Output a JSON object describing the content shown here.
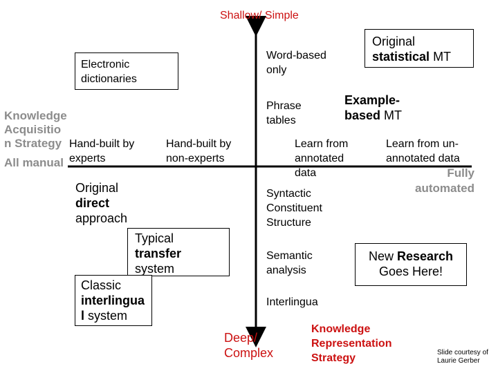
{
  "axis": {
    "top_label": "Shallow/ Simple",
    "bottom_label": "Deep/ Complex",
    "left_label": "Knowledge Acquisition Strategy",
    "right_label": "Knowledge Representation Strategy",
    "left_extreme": "All manual",
    "right_extreme": "Fully automated"
  },
  "columns": {
    "hand_built_experts": "Hand-built by experts",
    "hand_built_non_experts": "Hand-built by non-experts",
    "learn_annotated": "Learn from annotated data",
    "learn_unannotated": "Learn from un-annotated data"
  },
  "levels": {
    "word_based": "Word-based only",
    "phrase_tables": "Phrase tables",
    "syntactic": "Syntactic Constituent Structure",
    "semantic": "Semantic analysis",
    "interlingua": "Interlingua"
  },
  "boxes": {
    "electronic_dictionaries": "Electronic dictionaries",
    "original_statistical_bold": "statistical",
    "original_statistical_pre": "Original",
    "original_statistical_post": "MT",
    "example_based_bold": "Example-based",
    "example_based_post": "MT",
    "original_direct_pre": "Original",
    "original_direct_bold": "direct",
    "original_direct_post": "approach",
    "typical_transfer_pre": "Typical",
    "typical_transfer_bold": "transfer",
    "typical_transfer_post": "system",
    "classic_pre": "Classic",
    "classic_bold": "interlingual",
    "classic_post": "system",
    "new_research_pre": "New",
    "new_research_bold": "Research",
    "new_research_post": "Goes Here!"
  },
  "footer": {
    "credit": "Slide courtesy of Laurie Gerber"
  },
  "colors": {
    "accent_red": "#cc1111",
    "muted_gray": "#8c8c8c"
  }
}
